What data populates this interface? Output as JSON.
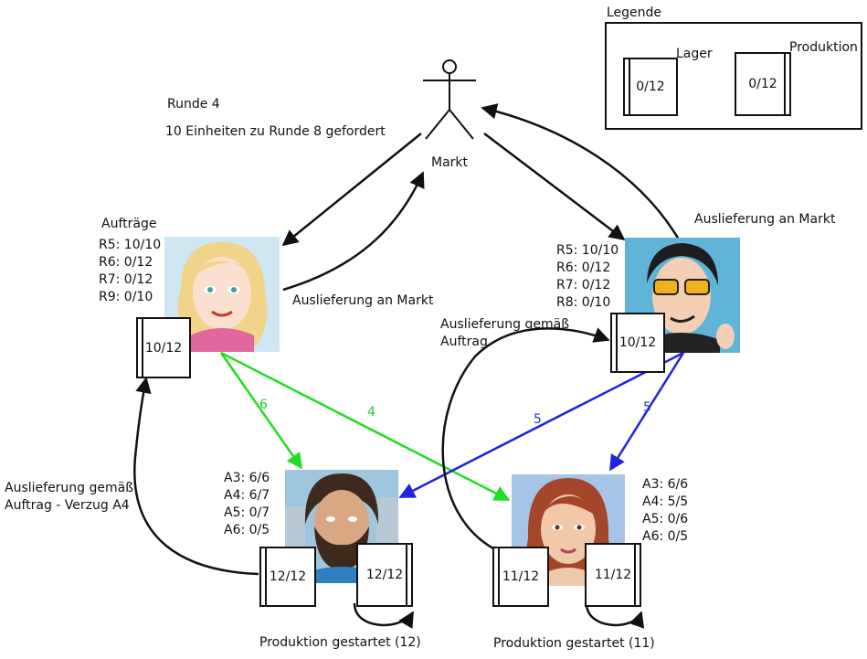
{
  "legend": {
    "title": "Legende",
    "lager_label": "Lager",
    "produktion_label": "Produktion",
    "lager_value": "0/12",
    "produktion_value": "0/12"
  },
  "round": {
    "title": "Runde 4",
    "demand": "10 Einheiten zu Runde 8 gefordert"
  },
  "market": {
    "label": "Markt"
  },
  "left_trader": {
    "orders_title": "Aufträge",
    "orders": [
      "R5: 10/10",
      "R6: 0/12",
      "R7: 0/12",
      "R9: 0/10"
    ],
    "stock": "10/12",
    "delivery_label": "Auslieferung an Markt"
  },
  "right_trader": {
    "orders": [
      "R5: 10/10",
      "R6: 0/12",
      "R7: 0/12",
      "R8: 0/10"
    ],
    "stock": "10/12",
    "delivery_label": "Auslieferung an Markt"
  },
  "left_producer": {
    "orders": [
      "A3: 6/6",
      "A4: 6/7",
      "A5: 0/7",
      "A6: 0/5"
    ],
    "stock": "12/12",
    "production": "12/12",
    "production_label": "Produktion gestartet (12)",
    "delivery_label_lines": [
      "Auslieferung gemäß",
      "Auftrag - Verzug A4"
    ]
  },
  "right_producer": {
    "orders": [
      "A3: 6/6",
      "A4: 5/5",
      "A5: 0/6",
      "A6: 0/5"
    ],
    "stock": "11/12",
    "production": "11/12",
    "production_label": "Produktion gestartet (11)",
    "delivery_label_lines": [
      "Auslieferung gemäß",
      "Auftrag"
    ]
  },
  "order_flows": {
    "left_to_left_producer": "6",
    "left_to_right_producer": "4",
    "right_to_left_producer": "5",
    "right_to_right_producer": "5"
  },
  "colors": {
    "green_flow": "#22dd22",
    "blue_flow": "#2222dd",
    "text_green": "#22cc22",
    "text_blue": "#2233dd"
  }
}
